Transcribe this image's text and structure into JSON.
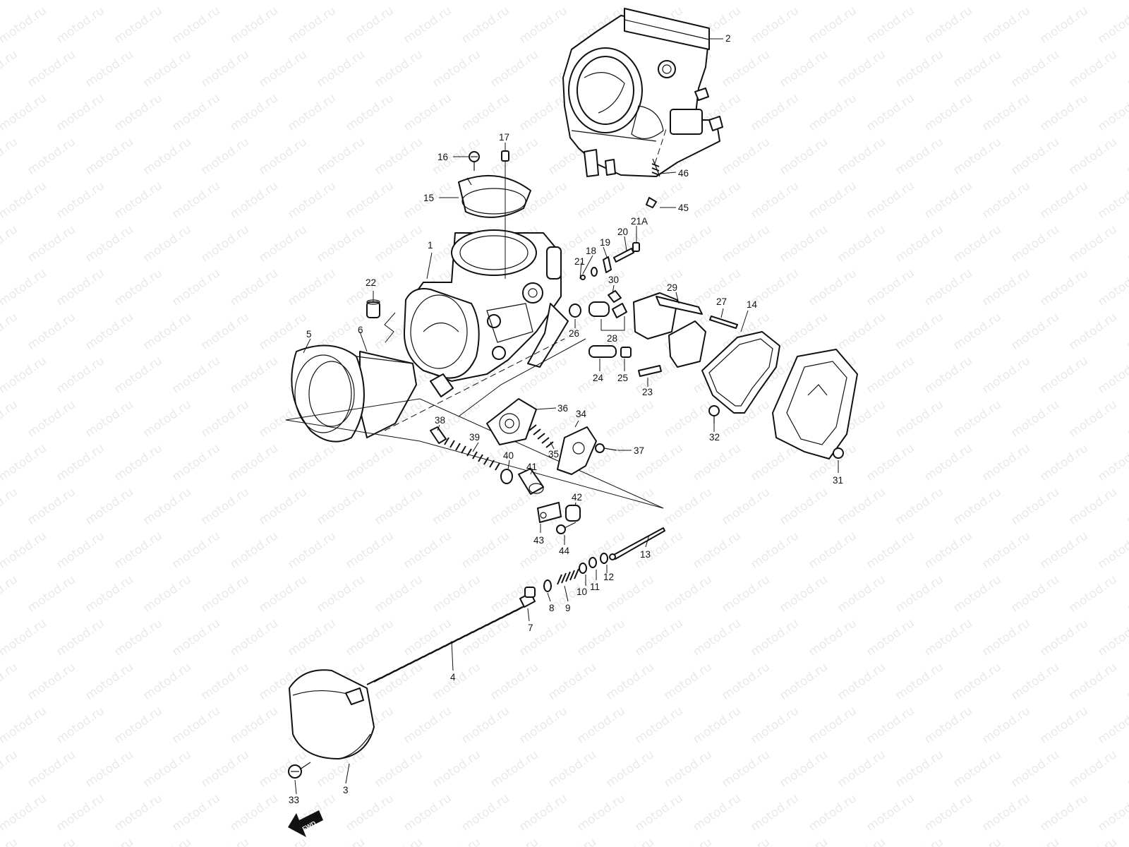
{
  "watermark": "motod.ru",
  "fwd_badge": "FWD",
  "labels": {
    "p1": "1",
    "p2": "2",
    "p3": "3",
    "p4": "4",
    "p5": "5",
    "p6": "6",
    "p7": "7",
    "p8": "8",
    "p9": "9",
    "p10": "10",
    "p11": "11",
    "p12": "12",
    "p13": "13",
    "p14": "14",
    "p15": "15",
    "p16": "16",
    "p17": "17",
    "p18": "18",
    "p19": "19",
    "p20": "20",
    "p21": "21",
    "p21a": "21A",
    "p22": "22",
    "p23": "23",
    "p24": "24",
    "p25": "25",
    "p26": "26",
    "p27": "27",
    "p28": "28",
    "p29": "29",
    "p30": "30",
    "p31": "31",
    "p32": "32",
    "p33": "33",
    "p34": "34",
    "p35": "35",
    "p36": "36",
    "p37": "37",
    "p38": "38",
    "p39": "39",
    "p40": "40",
    "p41": "41",
    "p42": "42",
    "p43": "43",
    "p44": "44",
    "p45": "45",
    "p46": "46"
  }
}
